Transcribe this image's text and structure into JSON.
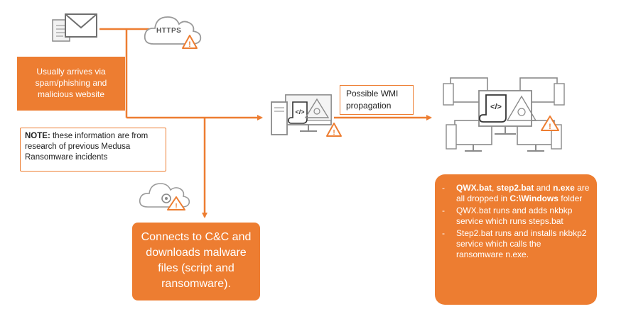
{
  "colors": {
    "accent": "#ed7d31",
    "line": "#ed7d31",
    "icon": "#8a8a8a"
  },
  "email_box": {
    "text": "Usually arrives via spam/phishing and malicious website"
  },
  "https_label": "HTTPS",
  "note": {
    "bold": "NOTE:",
    "text": " these information are from research of previous Medusa Ransomware incidents"
  },
  "wmi_label": "Possible WMI propagation",
  "cc_box": {
    "text": "Connects to C&C and downloads malware files (script and ransomware)."
  },
  "summary": {
    "item1": {
      "b1": "QWX.bat",
      "t1": ", ",
      "b2": "step2.bat",
      "t2": " and ",
      "b3": "n.exe",
      "t3": " are all dropped in ",
      "b4": "C:\\Windows",
      "t4": " folder"
    },
    "item2": "QWX.bat runs and adds nkbkp service which runs steps.bat",
    "item3": "Step2.bat runs and installs nkbkp2 service which calls the ransomware n.exe."
  },
  "icons": {
    "email": "envelope-document-icon",
    "cloud_https": "cloud-icon",
    "cloud_cc": "cloud-settings-icon",
    "warning": "warning-icon",
    "workstation": "computer-script-icon",
    "network": "multiple-computers-icon"
  }
}
